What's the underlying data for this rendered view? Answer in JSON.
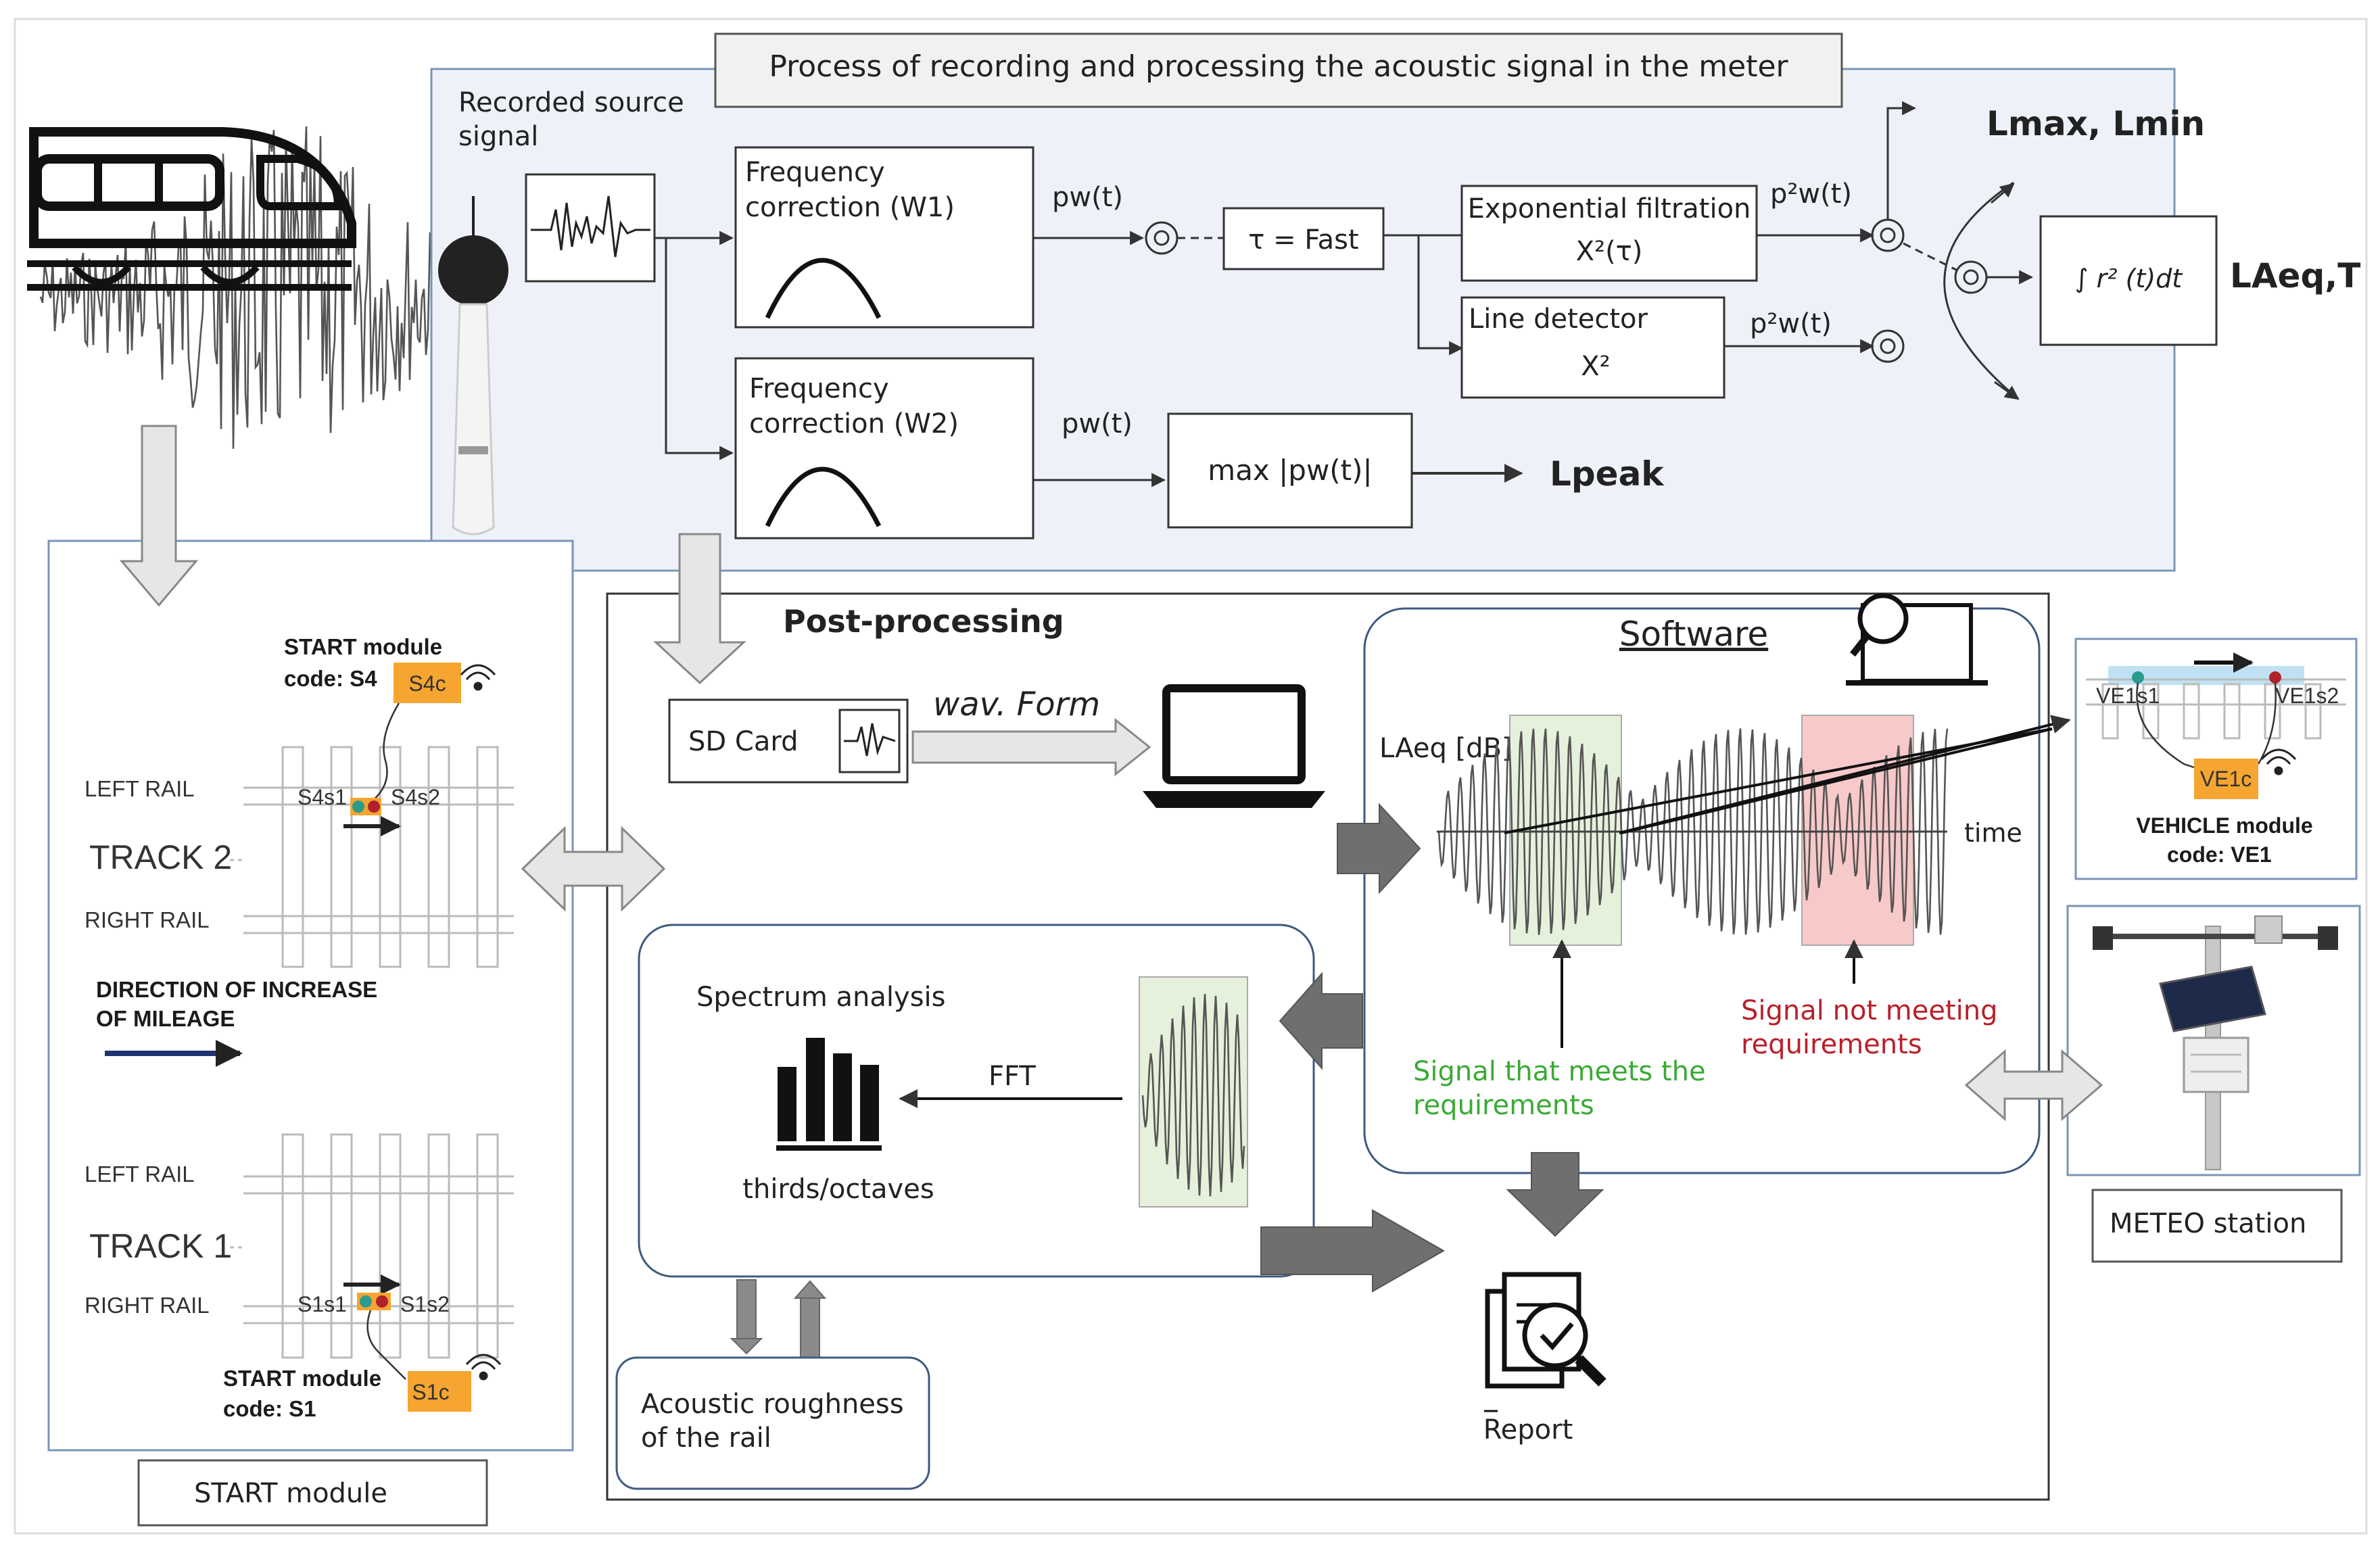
{
  "process": {
    "title": "Process of recording and processing the acoustic signal in the meter",
    "recorded_line1": "Recorded source",
    "recorded_line2": "signal",
    "fc1_line1": "Frequency",
    "fc1_line2": "correction (W1)",
    "fc2_line1": "Frequency",
    "fc2_line2": "correction (W2)",
    "pw_top": "pw(t)",
    "pw_bottom": "pw(t)",
    "tau": "τ = Fast",
    "exp_line1": "Exponential filtration",
    "exp_line2": "X²(τ)",
    "line_det_line1": "Line detector",
    "line_det_line2": "X²",
    "p2_top": "p²w(t)",
    "p2_bottom": "p²w(t)",
    "max_box": "max |pw(t)|",
    "integral": "∫ r² (t)dt",
    "lmax": "Lmax, Lmin",
    "laeq": "LAeq,T",
    "lpeak": "Lpeak"
  },
  "post": {
    "title": "Post-processing",
    "sd_card": "SD Card",
    "wav": "wav. Form",
    "software": "Software",
    "laeq_axis": "LAeq [dB]",
    "time": "time",
    "meets1": "Signal that meets the",
    "meets2": "requirements",
    "notmeet1": "Signal not meeting",
    "notmeet2": "requirements",
    "spectrum": "Spectrum analysis",
    "fft": "FFT",
    "thirds": "thirds/octaves",
    "roughness1": "Acoustic roughness",
    "roughness2": "of the rail",
    "report": "Report",
    "colors": {
      "meets": "#3aaa35",
      "notmeet": "#b8202a"
    }
  },
  "start": {
    "caption": "START module",
    "s4_title": "START module",
    "s4_code": "code: S4",
    "s4_badge": "S4c",
    "s4s1": "S4s1",
    "s4s2": "S4s2",
    "left_rail_2": "LEFT RAIL",
    "track2": "TRACK 2",
    "right_rail_2": "RIGHT RAIL",
    "direction1": "DIRECTION OF INCREASE",
    "direction2": "OF MILEAGE",
    "left_rail_1": "LEFT RAIL",
    "track1": "TRACK 1",
    "right_rail_1": "RIGHT RAIL",
    "s1s1": "S1s1",
    "s1s2": "S1s2",
    "s1_title": "START module",
    "s1_code": "code: S1",
    "s1_badge": "S1c"
  },
  "vehicle": {
    "ve1s1": "VE1s1",
    "ve1s2": "VE1s2",
    "badge": "VE1c",
    "title": "VEHICLE module",
    "code": "code: VE1"
  },
  "meteo": {
    "caption": "METEO station"
  }
}
